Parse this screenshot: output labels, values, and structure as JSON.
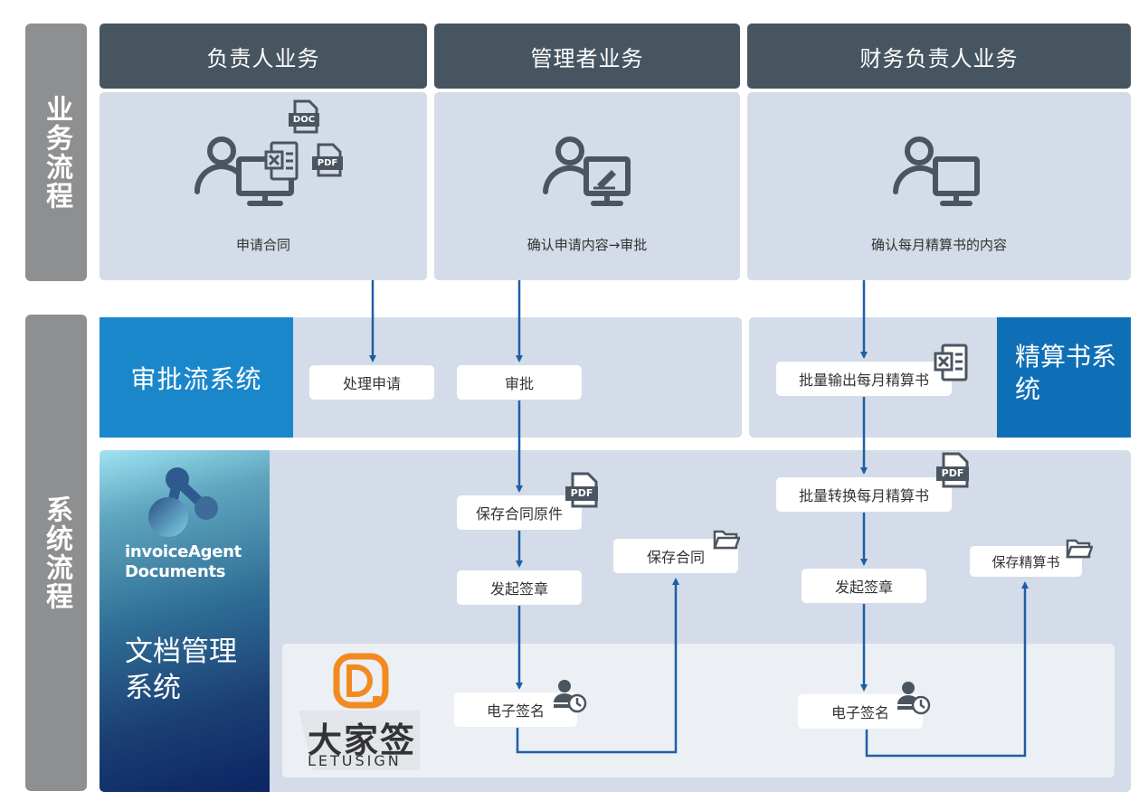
{
  "side_labels": {
    "business": "业务流程",
    "system": "系统流程"
  },
  "lanes": [
    {
      "header": "负责人业务",
      "caption": "申请合同",
      "icons": [
        "person-computer-icon",
        "doc-file-icon",
        "excel-file-icon",
        "pdf-file-icon"
      ]
    },
    {
      "header": "管理者业务",
      "caption": "确认申请内容→审批",
      "icons": [
        "person-sign-screen-icon"
      ]
    },
    {
      "header": "财务负责人业务",
      "caption": "确认每月精算书的内容",
      "icons": [
        "person-computer-icon"
      ]
    }
  ],
  "systems": {
    "approval": "审批流系统",
    "settlement": "精算书系统",
    "doc_brand_line1": "invoiceAgent",
    "doc_brand_line2": "Documents",
    "doc_title": "文档管理系统",
    "letusign_cn": "大家签",
    "letusign_en": "LETUSIGN"
  },
  "steps": {
    "handle_request": "处理申请",
    "approve": "审批",
    "save_original": "保存合同原件",
    "start_seal_left": "发起签章",
    "save_contract": "保存合同",
    "esign_left": "电子签名",
    "batch_export": "批量输出每月精算书",
    "batch_convert": "批量转换每月精算书",
    "start_seal_right": "发起签章",
    "save_settlement": "保存精算书",
    "esign_right": "电子签名"
  },
  "icon_labels": {
    "doc": "DOC",
    "pdf": "PDF"
  },
  "colors": {
    "header": "#465560",
    "panel": "#d3dce8",
    "approval_system": "#1b87cb",
    "settlement_system": "#0f6fb6",
    "arrow": "#1d5fa5",
    "letusign_orange": "#f28a1f"
  }
}
